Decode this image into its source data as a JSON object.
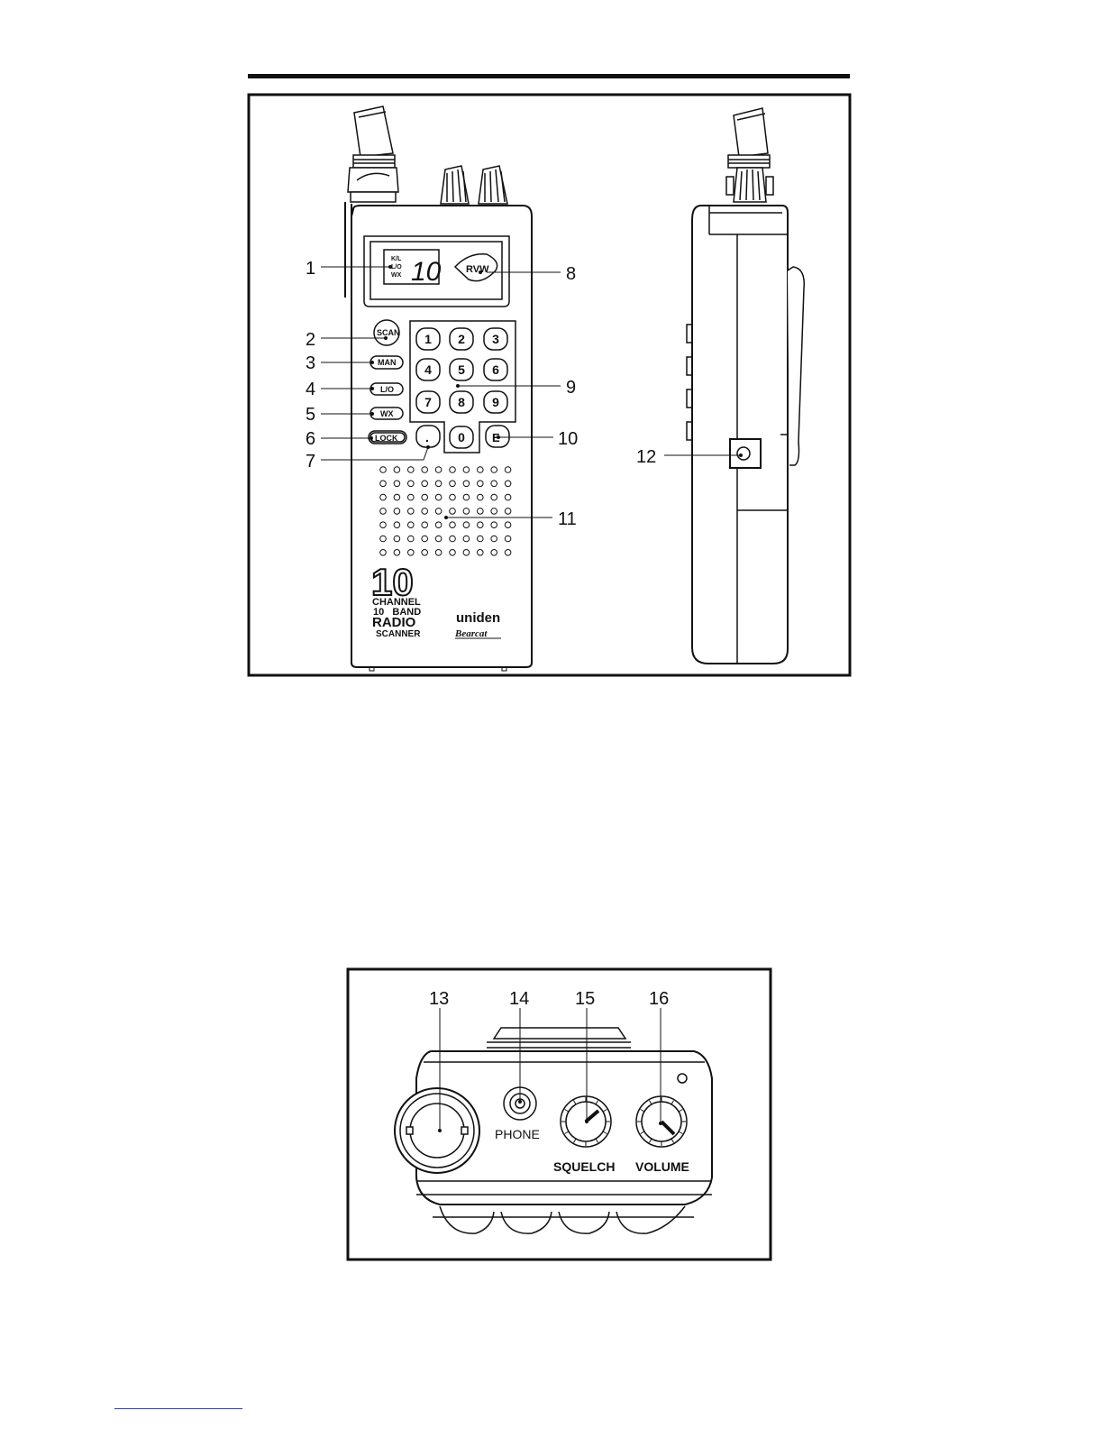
{
  "callouts": {
    "c1": "1",
    "c2": "2",
    "c3": "3",
    "c4": "4",
    "c5": "5",
    "c6": "6",
    "c7": "7",
    "c8": "8",
    "c9": "9",
    "c10": "10",
    "c11": "11",
    "c12": "12",
    "c13": "13",
    "c14": "14",
    "c15": "15",
    "c16": "16"
  },
  "display": {
    "indicators": [
      "K/L",
      "L/O",
      "WX"
    ],
    "channel": "10",
    "review": "RVW"
  },
  "buttons": {
    "scan": "SCAN",
    "man": "MAN",
    "lo": "L/O",
    "wx": "WX",
    "lock": "LOCK",
    "dot": ".",
    "e": "E"
  },
  "keypad": [
    "1",
    "2",
    "3",
    "4",
    "5",
    "6",
    "7",
    "8",
    "9",
    "0"
  ],
  "branding": {
    "big_number": "10",
    "line1": "CHANNEL",
    "line2": "10   BAND",
    "line3": "RADIO",
    "line4": "SCANNER",
    "brand": "uniden",
    "model": "Bearcat"
  },
  "top_panel": {
    "phone": "PHONE",
    "squelch": "SQUELCH",
    "volume": "VOLUME"
  }
}
